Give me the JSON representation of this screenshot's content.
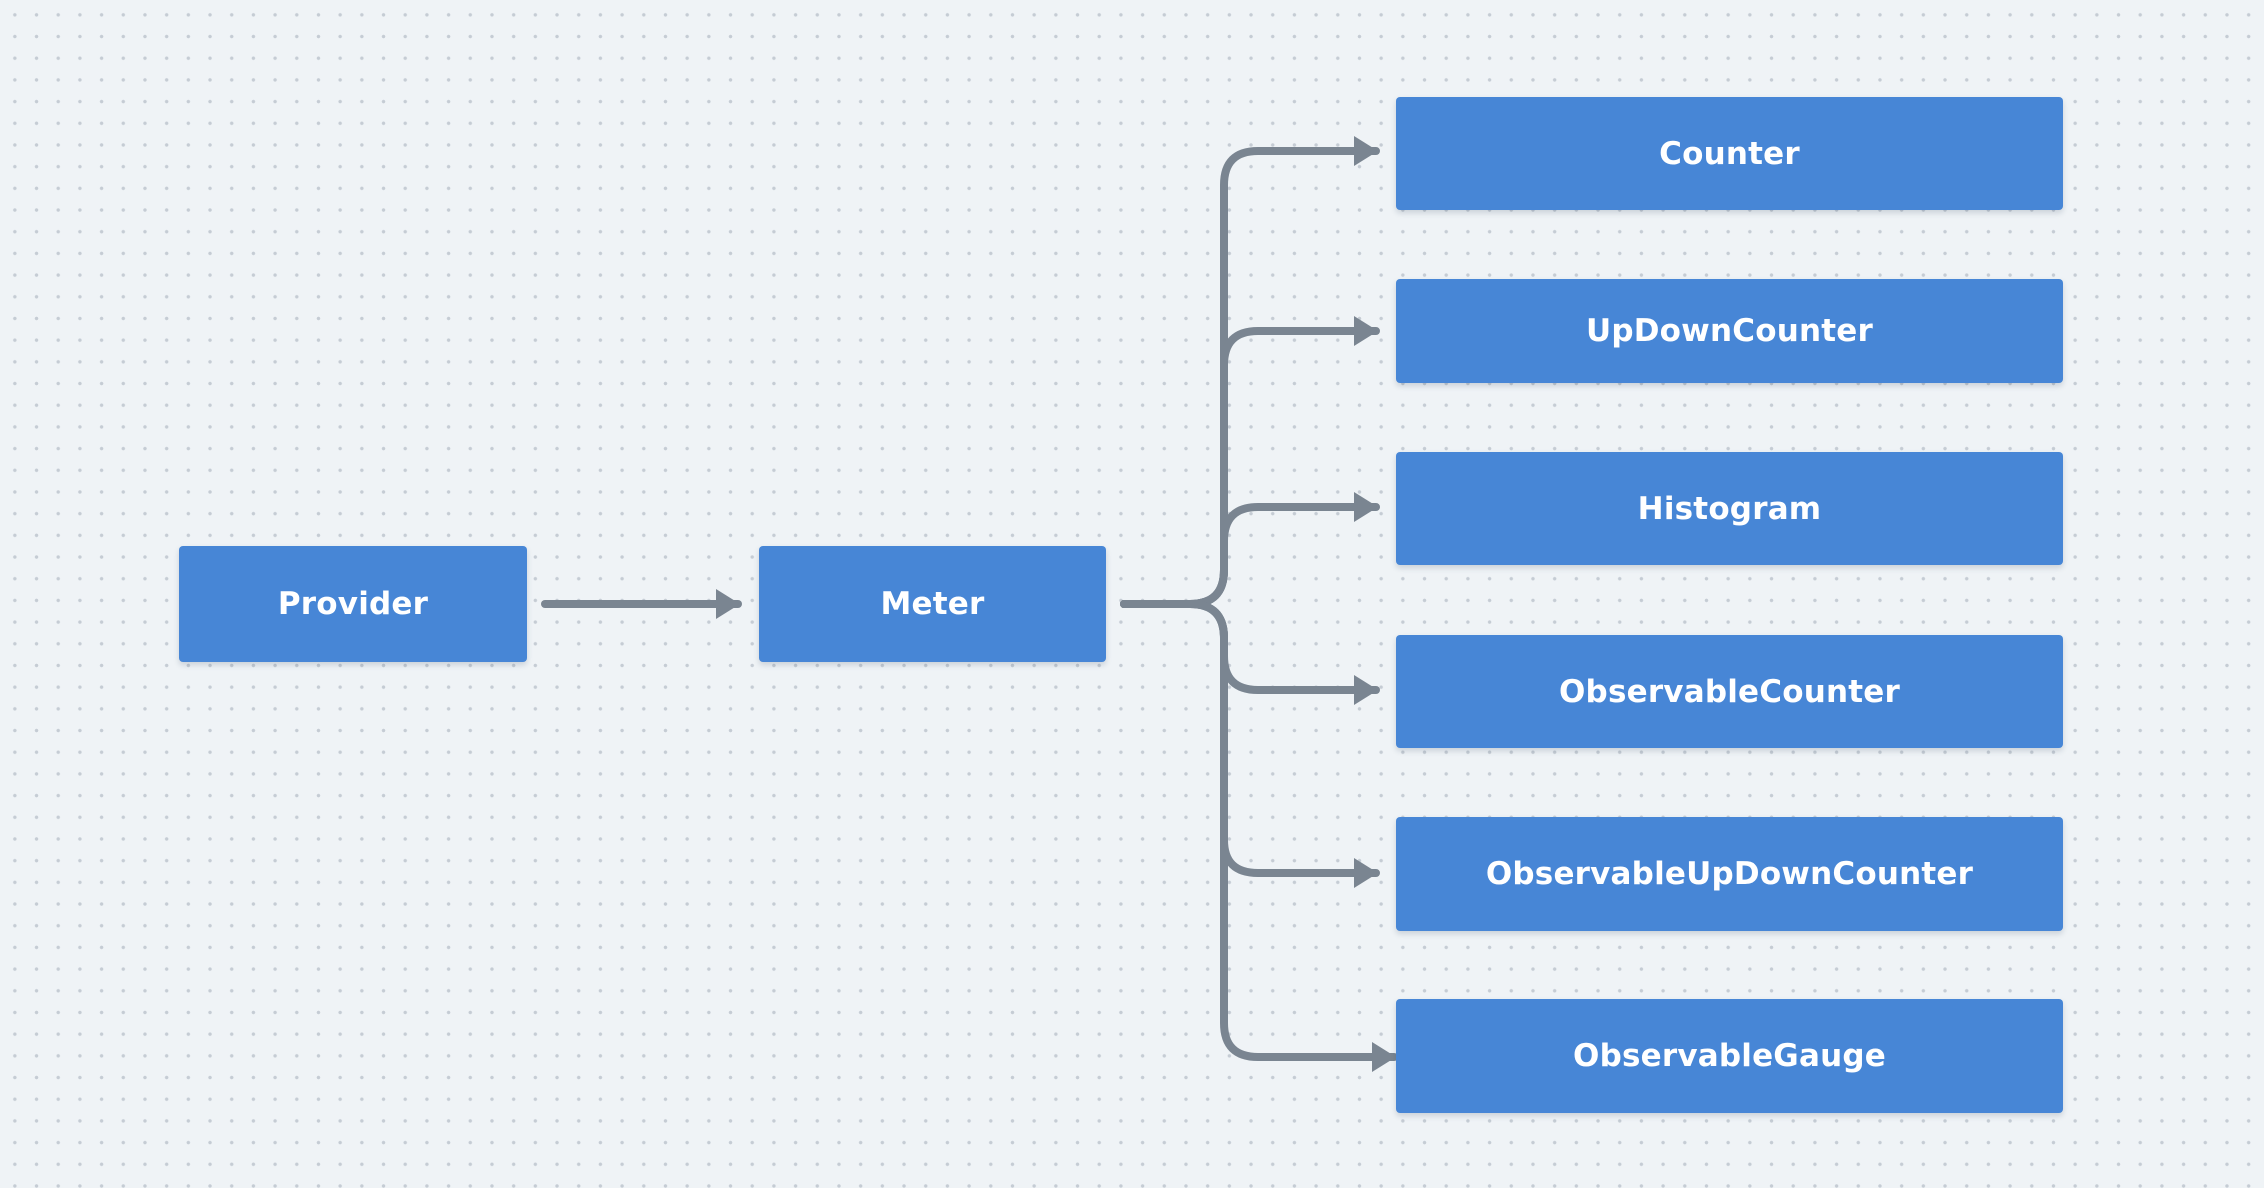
{
  "diagram": {
    "nodes": {
      "provider": "Provider",
      "meter": "Meter",
      "counter": "Counter",
      "updown_counter": "UpDownCounter",
      "histogram": "Histogram",
      "observable_counter": "ObservableCounter",
      "observable_updown_counter": "ObservableUpDownCounter",
      "observable_gauge": "ObservableGauge"
    },
    "edges": [
      {
        "from": "Provider",
        "to": "Meter"
      },
      {
        "from": "Meter",
        "to": "Counter"
      },
      {
        "from": "Meter",
        "to": "UpDownCounter"
      },
      {
        "from": "Meter",
        "to": "Histogram"
      },
      {
        "from": "Meter",
        "to": "ObservableCounter"
      },
      {
        "from": "Meter",
        "to": "ObservableUpDownCounter"
      },
      {
        "from": "Meter",
        "to": "ObservableGauge"
      }
    ],
    "colors": {
      "node_fill": "#4786d6",
      "node_text": "#ffffff",
      "connector": "#7a8591",
      "background": "#eff3f6",
      "grid_dots": "#c5ccd4"
    }
  }
}
